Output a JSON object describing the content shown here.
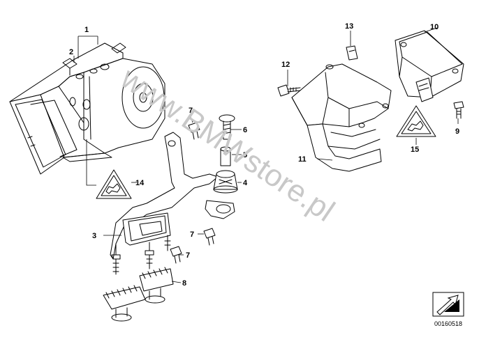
{
  "watermark": "www.BMWstore.pl",
  "callouts": {
    "c1": "1",
    "c2": "2",
    "c3": "3",
    "c4": "4",
    "c5": "5",
    "c6": "6",
    "c7a": "7",
    "c7b": "7",
    "c7c": "7",
    "c8": "8",
    "c9": "9",
    "c10": "10",
    "c11": "11",
    "c12": "12",
    "c13": "13",
    "c14": "14",
    "c15": "15"
  },
  "reference_number": "00160518"
}
